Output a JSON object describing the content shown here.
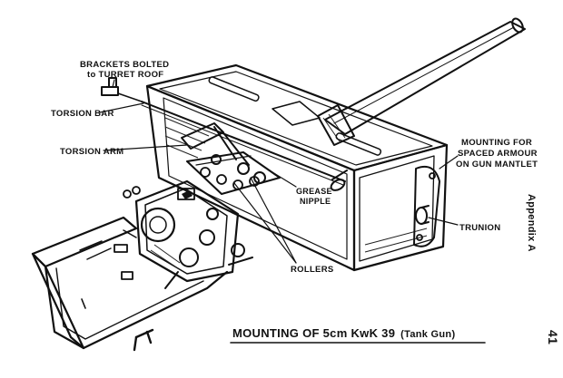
{
  "labels": {
    "brackets_line1": "BRACKETS BOLTED",
    "brackets_line2": "to TURRET ROOF",
    "torsion_bar": "TORSION BAR",
    "torsion_arm": "TORSION ARM",
    "grease_line1": "GREASE",
    "grease_line2": "NIPPLE",
    "rollers": "ROLLERS",
    "mounting_line1": "MOUNTING FOR",
    "mounting_line2": "SPACED ARMOUR",
    "mounting_line3": "ON GUN MANTLET",
    "trunion": "TRUNION"
  },
  "caption": {
    "main": "MOUNTING OF 5cm KwK 39",
    "paren": "(Tank Gun)"
  },
  "side_note": "Appendix A",
  "page_number": "41"
}
